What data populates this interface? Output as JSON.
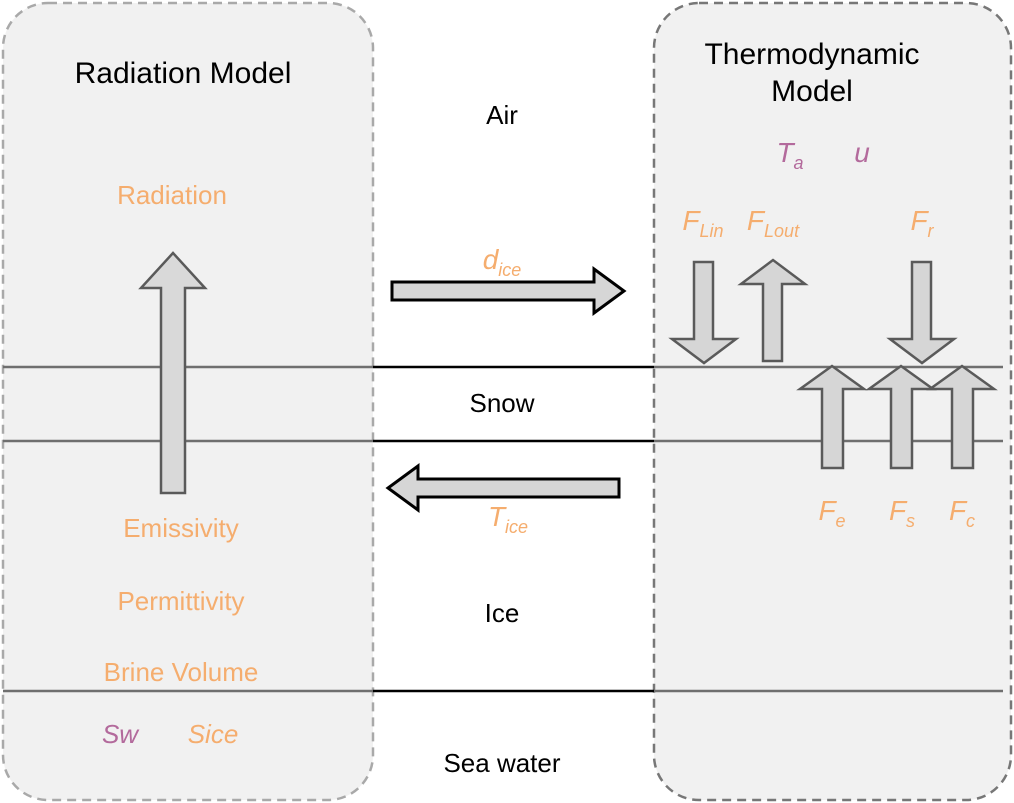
{
  "radiation_model": {
    "title": "Radiation Model",
    "output": "Radiation",
    "params": [
      "Emissivity",
      "Permittivity",
      "Brine Volume"
    ],
    "salinity_water": "Sw",
    "salinity_ice": "Sice"
  },
  "thermodynamic_model": {
    "title": "Thermodynamic Model",
    "air_temp": {
      "base": "T",
      "sub": "a"
    },
    "wind": {
      "base": "u",
      "sub": ""
    },
    "fluxes_top": [
      {
        "base": "F",
        "sub": "Lin",
        "direction": "down"
      },
      {
        "base": "F",
        "sub": "Lout",
        "direction": "up"
      },
      {
        "base": "F",
        "sub": "r",
        "direction": "down"
      }
    ],
    "fluxes_bottom": [
      {
        "base": "F",
        "sub": "e",
        "direction": "up"
      },
      {
        "base": "F",
        "sub": "s",
        "direction": "up"
      },
      {
        "base": "F",
        "sub": "c",
        "direction": "up"
      }
    ]
  },
  "layers": {
    "air": "Air",
    "snow": "Snow",
    "ice": "Ice",
    "sea_water": "Sea water"
  },
  "exchange": {
    "to_thermo": {
      "base": "d",
      "sub": "ice"
    },
    "to_radiation": {
      "base": "T",
      "sub": "ice"
    }
  },
  "colors": {
    "panel_fill": "#f1f1f1",
    "panel_border": "#8a8a8a",
    "input_color": "#f5ad6e",
    "external_color": "#b36a9c",
    "arrow_fill": "#d6d6d6",
    "arrow_stroke": "#555555"
  }
}
